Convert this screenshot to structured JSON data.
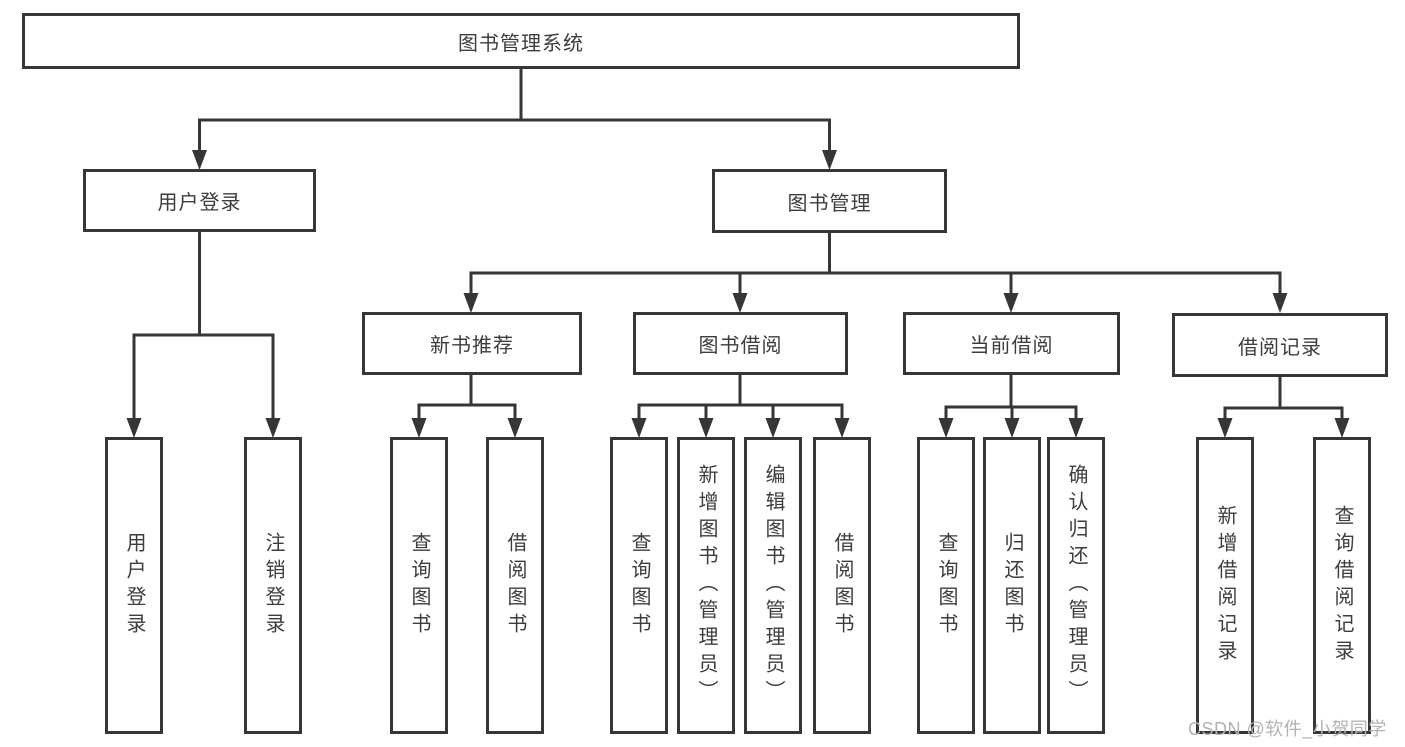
{
  "diagram_title": "图书管理系统",
  "tree": {
    "root": {
      "label": "图书管理系统",
      "children": [
        {
          "label": "用户登录",
          "children": [
            {
              "label": "用户登录"
            },
            {
              "label": "注销登录"
            }
          ]
        },
        {
          "label": "图书管理",
          "children": [
            {
              "label": "新书推荐",
              "children": [
                {
                  "label": "查询图书"
                },
                {
                  "label": "借阅图书"
                }
              ]
            },
            {
              "label": "图书借阅",
              "children": [
                {
                  "label": "查询图书"
                },
                {
                  "label": "新增图书（管理员）"
                },
                {
                  "label": "编辑图书（管理员）"
                },
                {
                  "label": "借阅图书"
                }
              ]
            },
            {
              "label": "当前借阅",
              "children": [
                {
                  "label": "查询图书"
                },
                {
                  "label": "归还图书"
                },
                {
                  "label": "确认归还（管理员）"
                }
              ]
            },
            {
              "label": "借阅记录",
              "children": [
                {
                  "label": "新增借阅记录"
                },
                {
                  "label": "查询借阅记录"
                }
              ]
            }
          ]
        }
      ]
    }
  },
  "watermark": "CSDN @软件_小贺同学",
  "colors": {
    "line": "#363636",
    "box_border": "#363636",
    "text": "#3d3d3d",
    "watermark": "#b3b3b3",
    "background": "#ffffff"
  }
}
